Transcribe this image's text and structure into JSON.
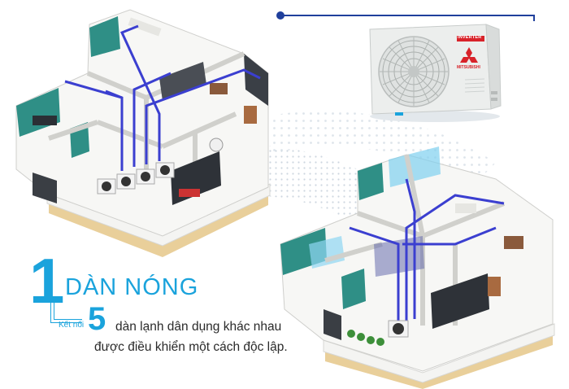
{
  "headline": {
    "number": "1",
    "label": "DÀN NÓNG"
  },
  "connector": {
    "label": "Kết nối",
    "number": "5",
    "line1": "dàn lạnh dân dụng khác nhau",
    "line2": "được điều khiển một cách độc lập."
  },
  "outdoor_unit": {
    "badge_top": "INVERTER",
    "brand": "MITSUBISHI"
  },
  "colors": {
    "accent": "#1aa3dc",
    "navy": "#1f3f9c",
    "pipe": "#3b3fd0",
    "teal_room": "#2f8f86",
    "brand_red": "#d8232a"
  }
}
